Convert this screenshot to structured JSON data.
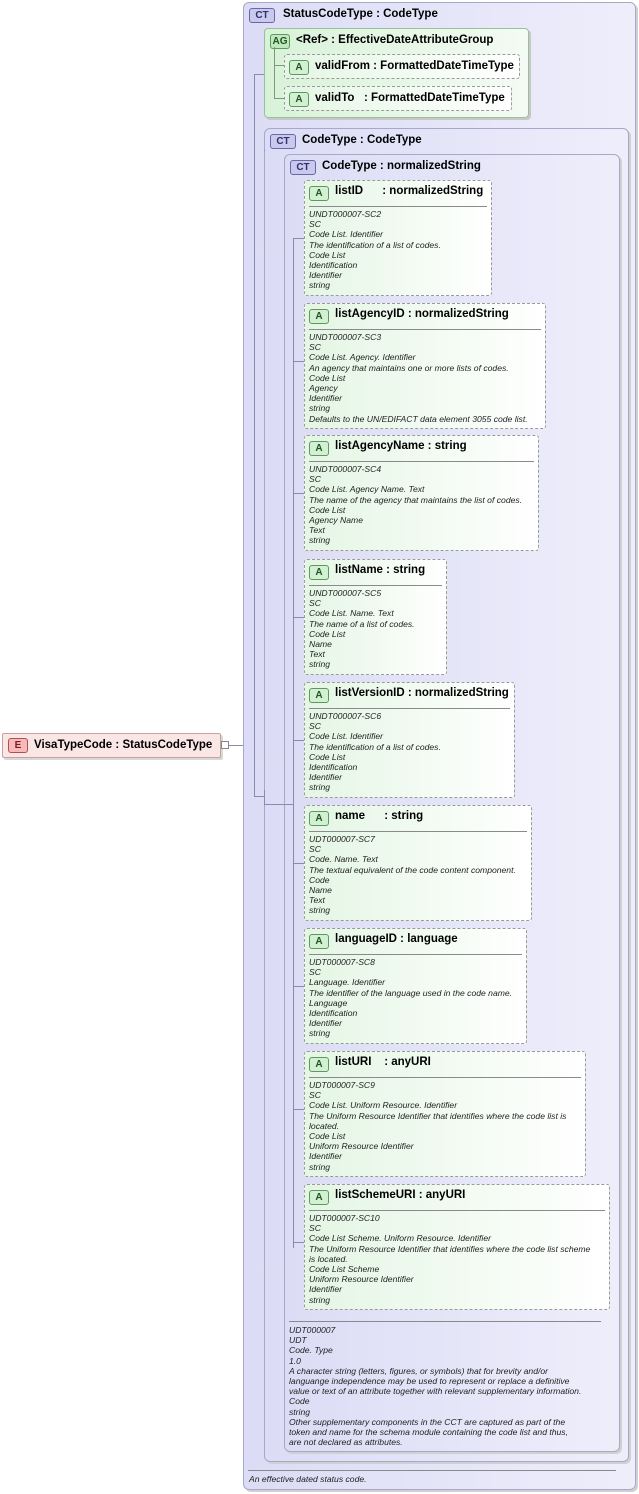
{
  "element": {
    "tag": "E",
    "name": "VisaTypeCode",
    "sep": ":",
    "type": "StatusCodeType"
  },
  "status_type": {
    "tag": "CT",
    "title": "StatusCodeType : CodeType",
    "attribute_group": {
      "tag": "AG",
      "title": "<Ref>     : EffectiveDateAttributeGroup",
      "attrs": [
        {
          "tag": "A",
          "title": "validFrom : FormattedDateTimeType"
        },
        {
          "tag": "A",
          "title": "validTo   : FormattedDateTimeType"
        }
      ]
    },
    "doc": "An effective dated status code."
  },
  "code_type": {
    "tag": "CT",
    "title": "CodeType : CodeType"
  },
  "normalized": {
    "tag": "CT",
    "title": "CodeType : normalizedString",
    "attributes": [
      {
        "tag": "A",
        "title": "listID      : normalizedString",
        "doc": [
          "UNDT000007-SC2",
          "SC",
          "Code List. Identifier",
          "The identification of a list of codes.",
          "Code List",
          "Identification",
          "Identifier",
          "string"
        ]
      },
      {
        "tag": "A",
        "title": "listAgencyID : normalizedString",
        "doc": [
          "UNDT000007-SC3",
          "SC",
          "Code List. Agency. Identifier",
          "An agency that maintains one or more lists of codes.",
          "Code List",
          "Agency",
          "Identifier",
          "string",
          "Defaults to the UN/EDIFACT data element 3055 code list."
        ]
      },
      {
        "tag": "A",
        "title": "listAgencyName : string",
        "doc": [
          "UNDT000007-SC4",
          "SC",
          "Code List. Agency Name. Text",
          "The name of the agency that maintains the list of codes.",
          "Code List",
          "Agency Name",
          "Text",
          "string"
        ]
      },
      {
        "tag": "A",
        "title": "listName : string",
        "doc": [
          "UNDT000007-SC5",
          "SC",
          "Code List. Name. Text",
          "The name of a list of codes.",
          "Code List",
          "Name",
          "Text",
          "string"
        ]
      },
      {
        "tag": "A",
        "title": "listVersionID : normalizedString",
        "doc": [
          "UNDT000007-SC6",
          "SC",
          "Code List. Identifier",
          "The identification of a list of codes.",
          "Code List",
          "Identification",
          "Identifier",
          "string"
        ]
      },
      {
        "tag": "A",
        "title": "name      : string",
        "doc": [
          "UDT000007-SC7",
          "SC",
          "Code. Name. Text",
          "The textual equivalent of the code content component.",
          "Code",
          "Name",
          "Text",
          "string"
        ]
      },
      {
        "tag": "A",
        "title": "languageID : language",
        "doc": [
          "UDT000007-SC8",
          "SC",
          "Language. Identifier",
          "The identifier of the language used in the code name.",
          "Language",
          "Identification",
          "Identifier",
          "string"
        ]
      },
      {
        "tag": "A",
        "title": "listURI    : anyURI",
        "doc": [
          "UDT000007-SC9",
          "SC",
          "Code List. Uniform Resource. Identifier",
          "The Uniform Resource Identifier that identifies where the code list is",
          "located.",
          "Code List",
          "Uniform Resource Identifier",
          "Identifier",
          "string"
        ]
      },
      {
        "tag": "A",
        "title": "listSchemeURI : anyURI",
        "doc": [
          "UDT000007-SC10",
          "SC",
          "Code List Scheme. Uniform Resource. Identifier",
          "The Uniform Resource Identifier that identifies where the code list scheme",
          "is located.",
          "Code List Scheme",
          "Uniform Resource Identifier",
          "Identifier",
          "string"
        ]
      }
    ],
    "doc": [
      "UDT000007",
      "UDT",
      "Code. Type",
      "1.0",
      "A character string (letters, figures, or symbols) that for brevity and/or",
      "languange independence may be used to represent or replace a definitive",
      "value or text of an attribute together with relevant supplementary information.",
      "Code",
      "string",
      "Other supplementary components in the CCT are captured as part of the",
      "token and name for the schema module containing the code list and thus,",
      "are not declared as attributes."
    ]
  }
}
